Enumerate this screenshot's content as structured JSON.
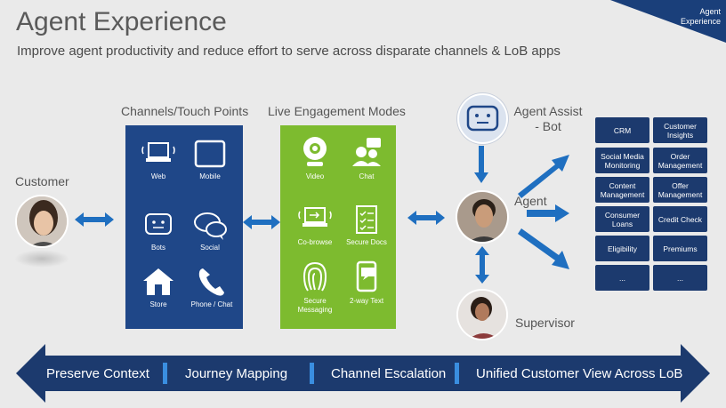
{
  "header": {
    "title": "Agent Experience",
    "subtitle": "Improve agent productivity and reduce effort to serve across disparate channels & LoB apps",
    "corner_label_line1": "Agent",
    "corner_label_line2": "Experience"
  },
  "customer": {
    "label": "Customer"
  },
  "channels": {
    "title": "Channels/Touch Points",
    "items": [
      "Web",
      "Mobile",
      "Bots",
      "Social",
      "Store",
      "Phone / Chat"
    ]
  },
  "engagement": {
    "title": "Live Engagement Modes",
    "items": [
      "Video",
      "Chat",
      "Co-browse",
      "Secure Docs",
      "Secure Messaging",
      "2-way Text"
    ]
  },
  "agent_assist": {
    "line1": "Agent Assist",
    "line2": "- Bot"
  },
  "agent": {
    "label": "Agent"
  },
  "supervisor": {
    "label": "Supervisor"
  },
  "lob_apps": [
    "CRM",
    "Customer Insights",
    "Social Media Monitoring",
    "Order Management",
    "Content Management",
    "Offer Management",
    "Consumer Loans",
    "Credit Check",
    "Eligibility",
    "Premiums",
    "...",
    "..."
  ],
  "bottom_bar": {
    "items": [
      "Preserve Context",
      "Journey Mapping",
      "Channel Escalation",
      "Unified Customer View Across LoB"
    ]
  },
  "colors": {
    "background": "#eaeaea",
    "channels_panel": "#1f4788",
    "engagement_panel": "#7dbb2f",
    "arrow": "#1f6fc0",
    "bottom_bar": "#1c3a6e",
    "lob_box": "#1c3a6e"
  }
}
